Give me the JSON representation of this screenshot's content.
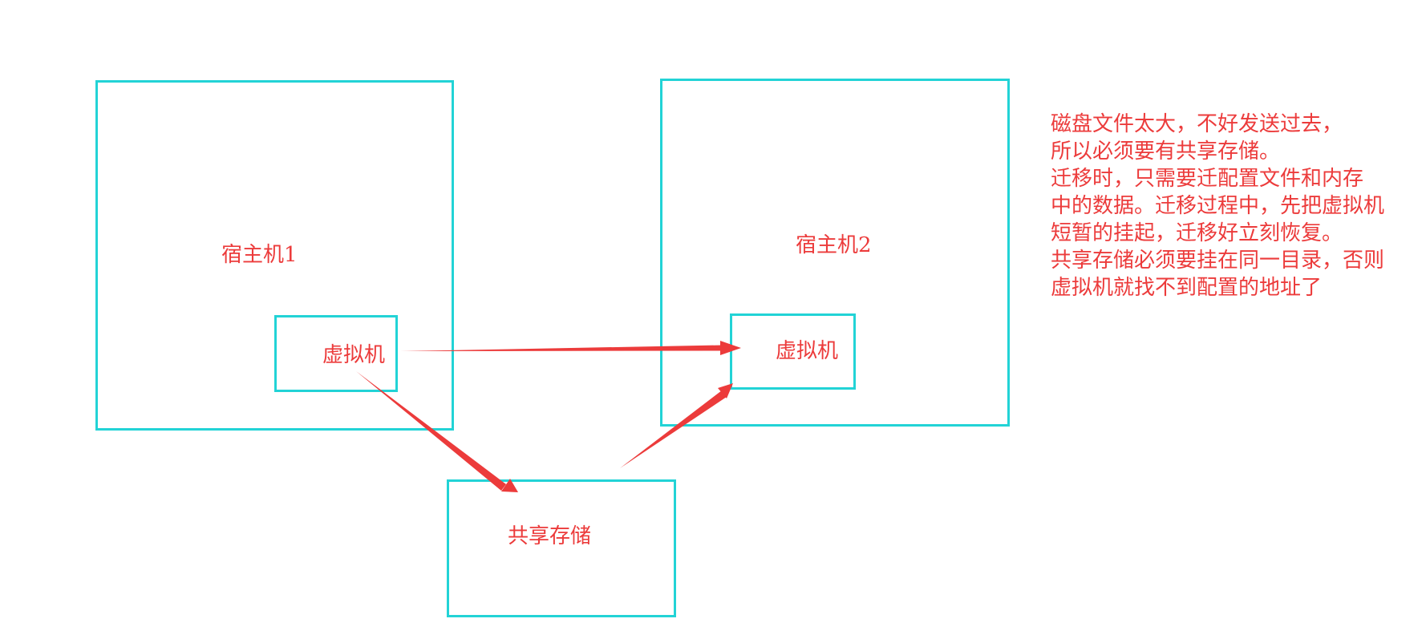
{
  "diagram": {
    "host1": {
      "label": "宿主机1"
    },
    "host2": {
      "label": "宿主机2"
    },
    "vm1": {
      "label": "虚拟机"
    },
    "vm2": {
      "label": "虚拟机"
    },
    "storage": {
      "label": "共享存储"
    },
    "arrow_color": "#ec3b3b",
    "box_color": "#22d3d6"
  },
  "note": {
    "lines": [
      "磁盘文件太大，不好发送过去，",
      "所以必须要有共享存储。",
      "迁移时，只需要迁配置文件和内存",
      "中的数据。迁移过程中，先把虚拟机",
      "短暂的挂起，迁移好立刻恢复。",
      "共享存储必须要挂在同一目录，否则",
      "虚拟机就找不到配置的地址了"
    ]
  }
}
